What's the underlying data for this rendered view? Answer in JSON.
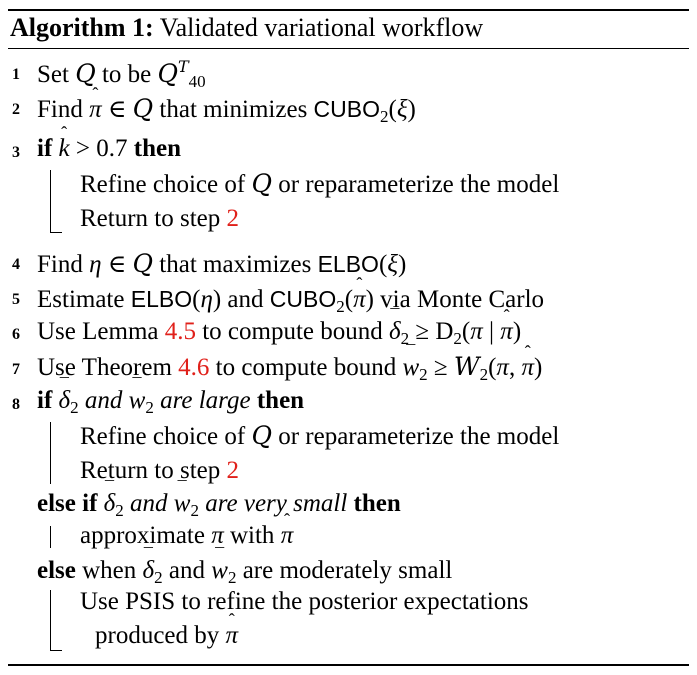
{
  "caption": {
    "label": "Algorithm 1:",
    "title": "Validated variational workflow"
  },
  "steps": [
    {
      "num": "1"
    },
    {
      "num": "2"
    },
    {
      "num": "3"
    },
    {
      "num": "4"
    },
    {
      "num": "5"
    },
    {
      "num": "6"
    },
    {
      "num": "7"
    },
    {
      "num": "8"
    }
  ],
  "text": {
    "set": "Set",
    "to_be": "to be",
    "find": "Find",
    "that_minimizes": "that minimizes",
    "if": "if",
    "then": "then",
    "refine": "Refine choice of",
    "or_reparam": "or reparameterize the model",
    "return_to_step": "Return to step",
    "step_ref": "2",
    "that_maximizes": "that maximizes",
    "estimate": "Estimate",
    "and": "and",
    "via_mc": "via Monte Carlo",
    "use_lemma": "Use Lemma",
    "lemma_ref": "4.5",
    "to_compute_bound": "to compute bound",
    "use_theorem": "Use Theorem",
    "theorem_ref": "4.6",
    "and_it": "and",
    "are_large": "are large",
    "else_if": "else if",
    "are_very_small": "are very small",
    "approximate": "approximate",
    "with": "with",
    "else": "else",
    "when": "when",
    "are_moderately_small": "are moderately small",
    "psis_1": "Use PSIS to refine the posterior expectations",
    "psis_2": "produced by",
    "threshold": "0.7",
    "cubo": "CUBO",
    "elbo": "ELBO"
  }
}
